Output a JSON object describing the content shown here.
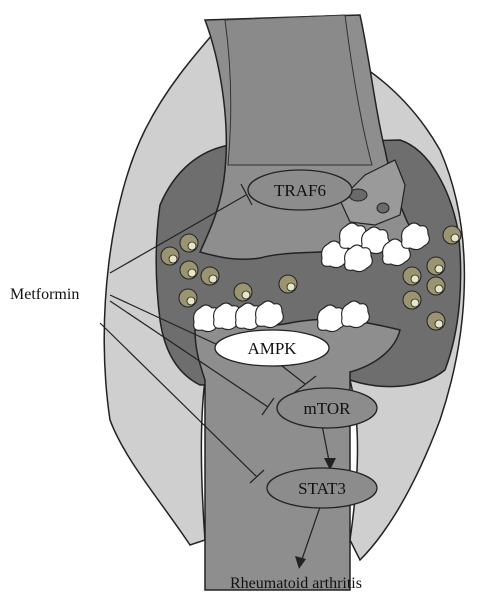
{
  "drug": {
    "label": "Metformin"
  },
  "targets": {
    "traf6": "TRAF6",
    "ampk": "AMPK",
    "mtor": "mTOR",
    "stat3": "STAT3"
  },
  "outcome": {
    "label": "Rheumatoid arthritis"
  },
  "colors": {
    "outer_capsule": "#cfcfcf",
    "joint_capsule": "#7a7a7a",
    "bone": "#8e8e8e",
    "synovium": "#6a6a6a",
    "node_fill": "#8c8c8c",
    "ampk_fill": "#ffffff",
    "cell_fill": "#9b9470",
    "line": "#222222"
  },
  "icons": [
    "immune-cell-icon",
    "osteoclast-icon",
    "inhibition-bar-icon",
    "arrow-icon"
  ]
}
